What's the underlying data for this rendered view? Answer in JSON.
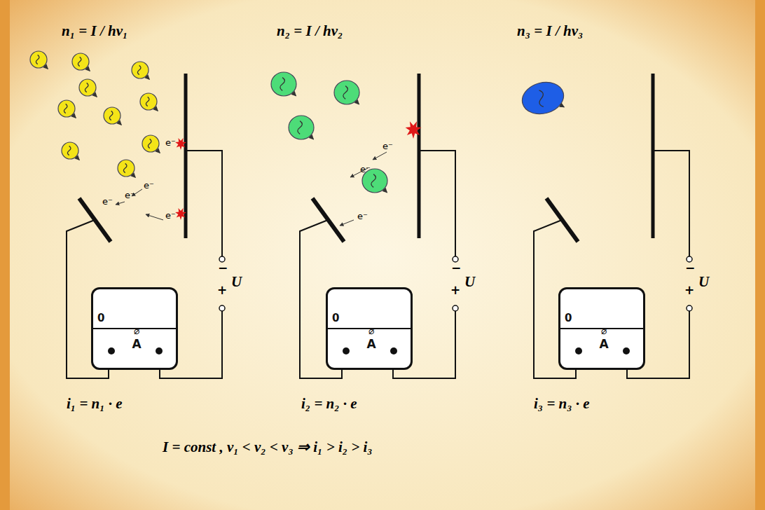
{
  "diagram": {
    "nodes": [
      {
        "text": [
          "0",
          "⌀",
          "A"
        ]
      },
      {
        "text": [
          "0",
          "⌀",
          "A"
        ]
      },
      {
        "text": [
          "0",
          "⌀",
          "A"
        ]
      }
    ],
    "labels": [
      "n₁ = I / hν₁",
      "n₂ = I / hν₂",
      "n₃ = I / hν₃",
      "e⁻",
      "e⁻",
      "e⁻",
      "e⁻",
      "e⁻",
      "e⁻",
      "e⁻",
      "e⁻",
      "−",
      "+",
      "U",
      "−",
      "+",
      "U",
      "−",
      "+",
      "U",
      "i₁ = n₁ · e",
      "i₂ = n₂ · e",
      "i₃ = n₃ · e",
      "I = const ,  ν₁ < ν₂ < ν₃  ⇒  i₁ > i₂ > i₃"
    ]
  }
}
